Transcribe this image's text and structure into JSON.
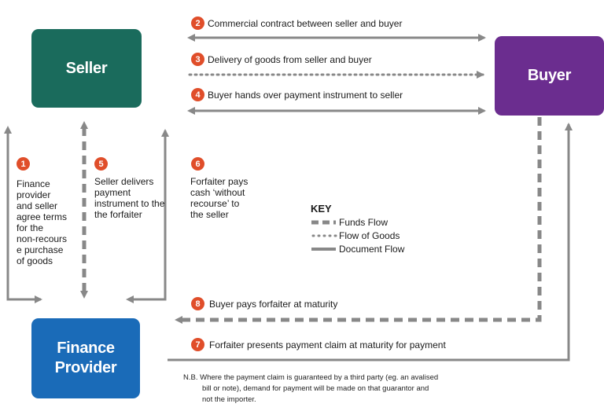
{
  "colors": {
    "seller": "#1a6b5c",
    "buyer": "#6b2d8f",
    "finance_provider": "#1a6bb8",
    "badge": "#e04e2a",
    "arrow": "#888888"
  },
  "nodes": {
    "seller": "Seller",
    "buyer": "Buyer",
    "finance_provider_line1": "Finance",
    "finance_provider_line2": "Provider"
  },
  "steps": [
    {
      "num": "1",
      "lines": [
        "Finance",
        "provider",
        "and seller",
        "agree terms",
        "for the",
        "non-recours",
        "e purchase",
        "of goods"
      ]
    },
    {
      "num": "2",
      "text": "Commercial contract between seller and buyer"
    },
    {
      "num": "3",
      "text": "Delivery of goods from seller and buyer"
    },
    {
      "num": "4",
      "text": "Buyer hands over payment instrument to seller"
    },
    {
      "num": "5",
      "lines": [
        "Seller delivers",
        "payment",
        "instrument to the",
        "the forfaiter"
      ]
    },
    {
      "num": "6",
      "lines": [
        "Forfaiter pays",
        "cash ‘without",
        "recourse’ to",
        "the seller"
      ]
    },
    {
      "num": "7",
      "text": "Forfaiter presents payment claim at maturity for payment"
    },
    {
      "num": "8",
      "text": "Buyer pays forfaiter at maturity"
    }
  ],
  "key": {
    "title": "KEY",
    "funds_flow": "Funds Flow",
    "flow_of_goods": "Flow of Goods",
    "document_flow": "Document Flow"
  },
  "note": {
    "lines": [
      "N.B. Where the payment claim is guaranteed by a third party (eg. an avalised",
      "bill or note), demand for payment will be made on that guarantor and",
      "not the importer."
    ]
  }
}
